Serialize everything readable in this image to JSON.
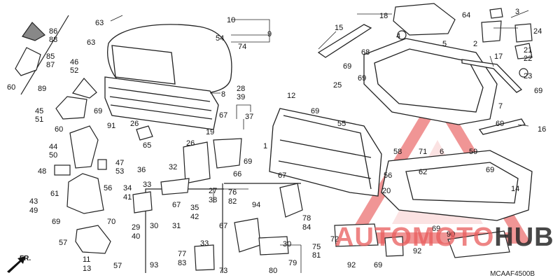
{
  "diagram": {
    "code": "MCAAF4500B",
    "direction_label": "FR.",
    "watermark": {
      "part1": "AUTOMOTO",
      "part2": "HUB",
      "color_primary": "#e85c5c",
      "color_secondary": "#282828"
    },
    "labels": [
      "86",
      "88",
      "85",
      "87",
      "60",
      "89",
      "46",
      "52",
      "63",
      "63",
      "10",
      "9",
      "54",
      "74",
      "8",
      "19",
      "45",
      "51",
      "69",
      "60",
      "91",
      "44",
      "50",
      "47",
      "53",
      "48",
      "56",
      "61",
      "43",
      "49",
      "69",
      "70",
      "57",
      "11",
      "13",
      "57",
      "26",
      "65",
      "26",
      "36",
      "32",
      "34",
      "41",
      "33",
      "67",
      "29",
      "40",
      "30",
      "31",
      "27",
      "38",
      "35",
      "42",
      "28",
      "39",
      "37",
      "67",
      "69",
      "1",
      "66",
      "67",
      "76",
      "82",
      "94",
      "78",
      "84",
      "33",
      "67",
      "75",
      "81",
      "30",
      "93",
      "77",
      "83",
      "73",
      "80",
      "79",
      "12",
      "25",
      "69",
      "55",
      "20",
      "56",
      "18",
      "64",
      "3",
      "2",
      "4",
      "5",
      "15",
      "69",
      "68",
      "69",
      "24",
      "21",
      "22",
      "23",
      "17",
      "69",
      "7",
      "16",
      "69",
      "58",
      "71",
      "6",
      "59",
      "62",
      "69",
      "14",
      "69",
      "90",
      "72",
      "92",
      "92",
      "69"
    ]
  }
}
